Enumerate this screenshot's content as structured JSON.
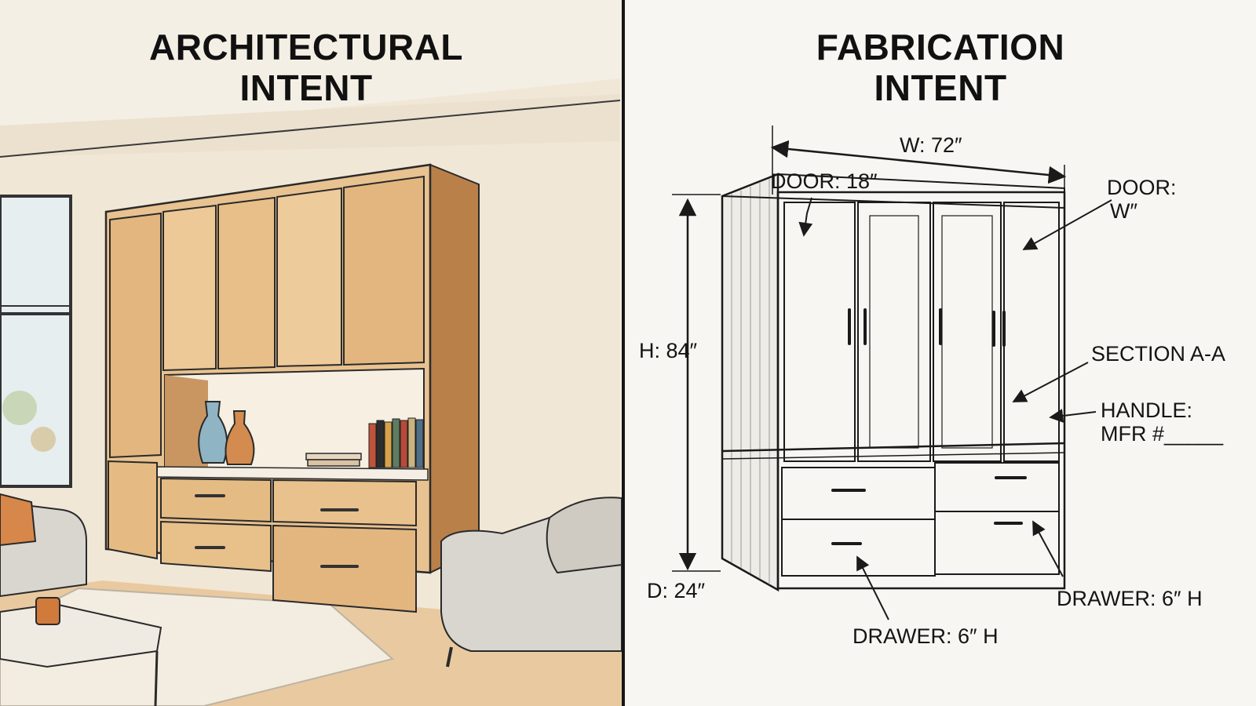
{
  "left": {
    "title_line1": "ARCHITECTURAL",
    "title_line2": "INTENT"
  },
  "right": {
    "title_line1": "FABRICATION",
    "title_line2": "INTENT",
    "labels": {
      "width": "W: 72″",
      "height": "H: 84″",
      "depth": "D: 24″",
      "door_left": "DOOR: 18″",
      "door_right_line1": "DOOR:",
      "door_right_line2": "W″",
      "section": "SECTION A-A",
      "handle_line1": "HANDLE:",
      "handle_line2": "MFR #_____",
      "drawer_right": "DRAWER: 6″ H",
      "drawer_bottom": "DRAWER: 6″ H"
    }
  },
  "colors": {
    "wood_light": "#e8c290",
    "wood_mid": "#d9a66a",
    "wood_dark": "#b9804a",
    "wall": "#f1e7d6",
    "ink": "#1a1a1a",
    "vase_blue": "#8fb4c4",
    "vase_orange": "#d38b4f",
    "sofa": "#d9d6d0"
  }
}
